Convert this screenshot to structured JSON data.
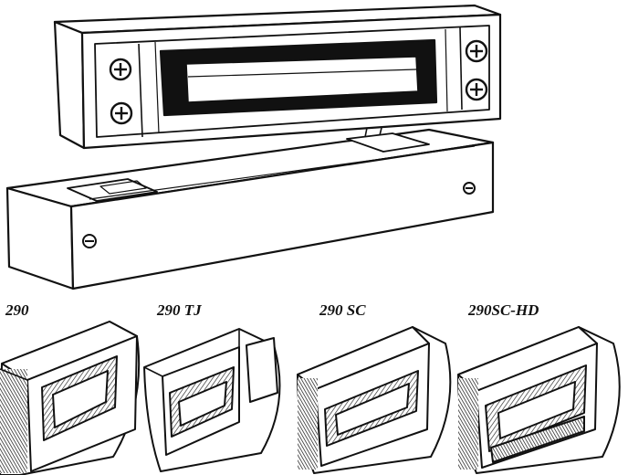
{
  "main_assembly": {
    "name": "electromagnetic-lock-assembly"
  },
  "variants": [
    {
      "id": "290",
      "label": "290"
    },
    {
      "id": "290tj",
      "label": "290 TJ"
    },
    {
      "id": "290sc",
      "label": "290 SC"
    },
    {
      "id": "290schd",
      "label": "290SC-HD"
    }
  ],
  "colors": {
    "ink": "#111111",
    "paper": "#ffffff",
    "shade": "#444444"
  }
}
